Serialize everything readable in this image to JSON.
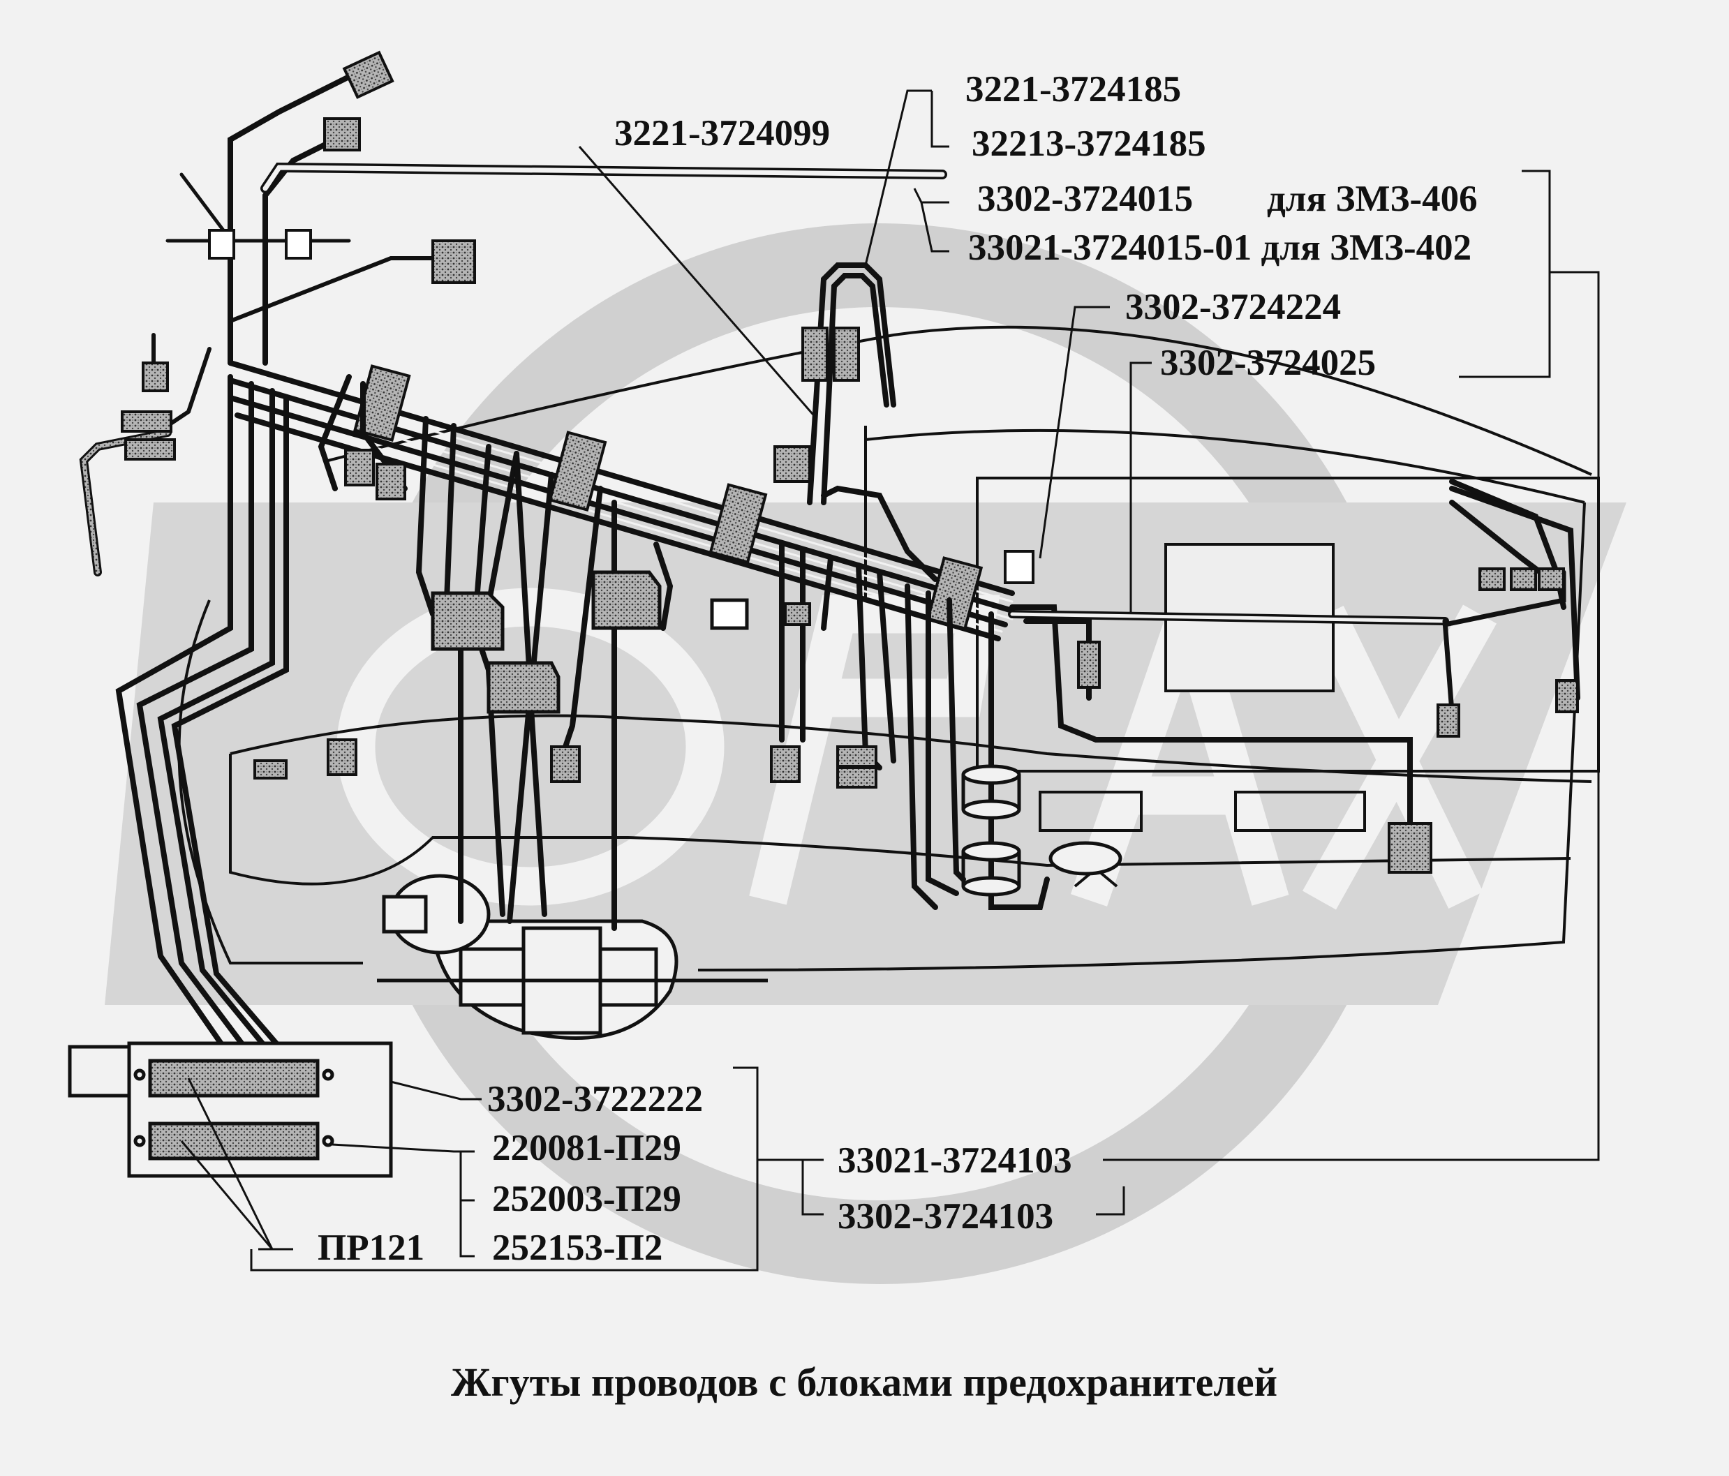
{
  "labels": {
    "p_3221_3724185": "3221-3724185",
    "p_32213_3724185": "32213-3724185",
    "p_3221_3724099": "3221-3724099",
    "p_3302_3724015": "3302-3724015",
    "p_zmz406": "для ЗМЗ-406",
    "p_33021_3724015_01": "33021-3724015-01 для ЗМЗ-402",
    "p_3302_3724224": "3302-3724224",
    "p_3302_3724025": "3302-3724025",
    "p_3302_3722222": "3302-3722222",
    "p_220081_p29": "220081-П29",
    "p_252003_p29": "252003-П29",
    "p_252153_p2": "252153-П2",
    "p_pr121": "ПР121",
    "p_33021_3724103": "33021-3724103",
    "p_3302_3724103": "3302-3724103"
  },
  "caption": "Жгуты проводов с блоками предохранителей",
  "colors": {
    "background": "#f2f2f2",
    "ink": "#111111",
    "watermark": "#d2d2d2",
    "stipple": "#8a8a8a"
  }
}
